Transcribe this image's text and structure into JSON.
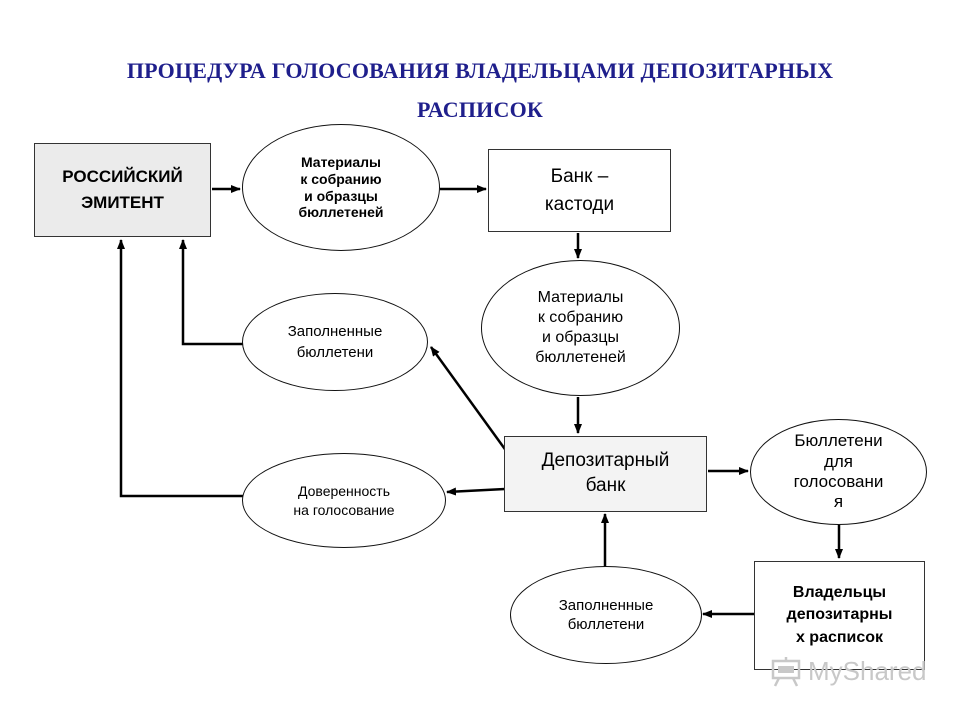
{
  "title": {
    "line1": "ПРОЦЕДУРА ГОЛОСОВАНИЯ ВЛАДЕЛЬЦАМИ ДЕПОЗИТАРНЫХ",
    "line2": "РАСПИСОК"
  },
  "nodes": {
    "issuer": "РОССИЙСКИЙ\nЭМИТЕНТ",
    "materials_top": "Материалы\nк собранию\nи образцы\nбюллетеней",
    "custodian": "Банк –\nкастоди",
    "materials_mid": "Материалы\nк собранию\nи образцы\nбюллетеней",
    "filled_left": "Заполненные\nбюллетени",
    "proxy": "Доверенность\nна голосование",
    "depositary": "Депозитарный\nбанк",
    "ballots": "Бюллетени\nдля\nголосовани\nя",
    "holders": "Владельцы\nдепозитарны\nх расписок",
    "filled_bottom": "Заполненные\nбюллетени"
  },
  "watermark": {
    "text": "MyShared",
    "icon": "presentation-board-icon"
  },
  "colors": {
    "title": "#1f1f8c",
    "issuer_fill": "#ebebeb",
    "line": "#000000"
  }
}
